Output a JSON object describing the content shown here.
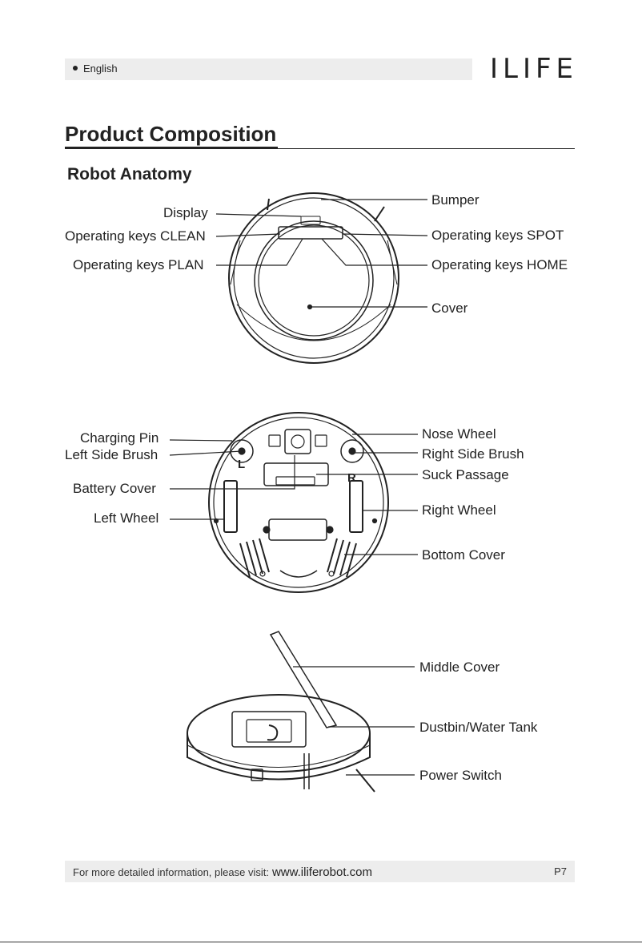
{
  "header": {
    "language": "English",
    "logo": "ILIFE"
  },
  "section": {
    "title": "Product Composition",
    "subtitle": "Robot Anatomy"
  },
  "top_view": {
    "labels": {
      "display": "Display",
      "operating_keys_clean": "Operating keys CLEAN",
      "operating_keys_plan": "Operating keys PLAN",
      "bumper": "Bumper",
      "operating_keys_spot": "Operating keys SPOT",
      "operating_keys_home": "Operating keys HOME",
      "cover": "Cover"
    }
  },
  "bottom_view": {
    "labels": {
      "charging_pin": "Charging Pin",
      "left_side_brush": "Left Side Brush",
      "battery_cover": "Battery Cover",
      "left_wheel": "Left Wheel",
      "nose_wheel": "Nose Wheel",
      "right_side_brush": "Right Side Brush",
      "suck_passage": "Suck Passage",
      "right_wheel": "Right Wheel",
      "bottom_cover": "Bottom Cover",
      "wheel_left_mark": "L",
      "wheel_right_mark": "R"
    }
  },
  "side_view": {
    "labels": {
      "middle_cover": "Middle Cover",
      "dustbin_water_tank": "Dustbin/Water Tank",
      "power_switch": "Power Switch"
    }
  },
  "footer": {
    "text": "For more detailed information, please visit:",
    "url": "www.iliferobot.com",
    "page": "P7"
  }
}
